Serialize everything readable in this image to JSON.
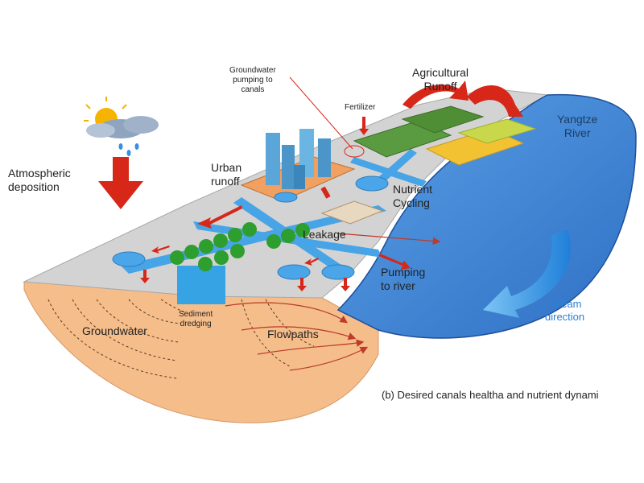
{
  "labels": {
    "atmospheric": "Atmospheric\ndeposition",
    "gw_pumping": "Groundwater\npumping to\ncanals",
    "fertilizer": "Fertilizer",
    "agri_runoff": "Agricultural\nRunoff",
    "yangtze": "Yangtze\nRiver",
    "urban_runoff": "Urban\nrunoff",
    "nutrient_cycling": "Nutrient\nCycling",
    "leakage": "Leakage",
    "pumping_river": "Pumping\nto river",
    "stream_direction": "Stream\ndirection",
    "groundwater": "Groundwater",
    "sediment": "Sediment\ndredging",
    "flowpaths": "Flowpaths"
  },
  "caption": "(b) Desired canals healtha and nutrient dynami",
  "colors": {
    "soil": "#f7c090",
    "land": "#d4d4d4",
    "river": "#3a83d6",
    "canal": "#4aa6e8",
    "arrow_red": "#d62718",
    "tree": "#2e9e2e",
    "stream_arrow": "#2a8be0"
  }
}
